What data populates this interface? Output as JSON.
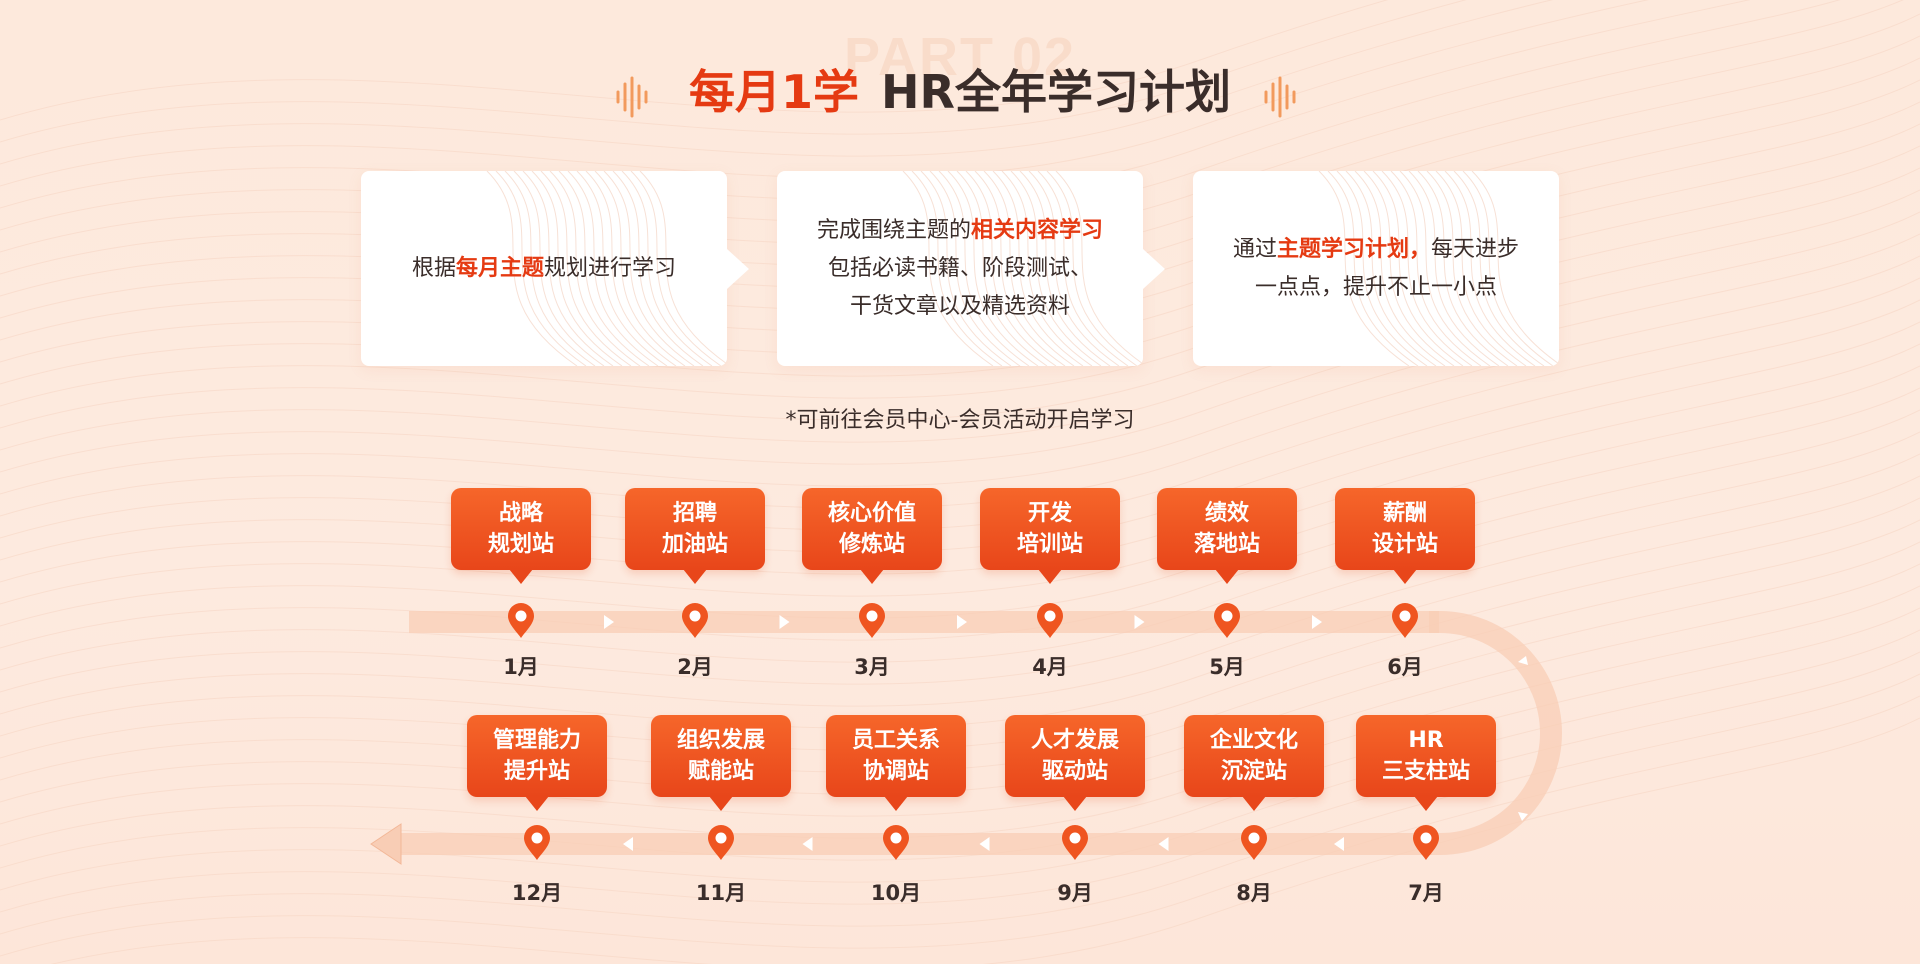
{
  "watermark": "PART 02",
  "title": {
    "highlight": "每月1学",
    "main": "HR全年学习计划"
  },
  "cards": [
    {
      "parts": [
        {
          "t": "根据"
        },
        {
          "t": "每月主题",
          "em": true
        },
        {
          "t": "规划进行学习"
        }
      ]
    },
    {
      "lines": [
        [
          {
            "t": "完成围绕主题的"
          },
          {
            "t": "相关内容学习",
            "em": true
          }
        ],
        [
          {
            "t": "包括必读书籍、阶段测试、"
          }
        ],
        [
          {
            "t": "干货文章以及精选资料"
          }
        ]
      ]
    },
    {
      "lines": [
        [
          {
            "t": "通过"
          },
          {
            "t": "主题学习计划，",
            "em": true
          },
          {
            "t": "每天进步"
          }
        ],
        [
          {
            "t": "一点点，提升不止一小点"
          }
        ]
      ]
    }
  ],
  "note": "*可前往会员中心-会员活动开启学习",
  "months_top": [
    {
      "month": "1月",
      "l1": "战略",
      "l2": "规划站"
    },
    {
      "month": "2月",
      "l1": "招聘",
      "l2": "加油站"
    },
    {
      "month": "3月",
      "l1": "核心价值",
      "l2": "修炼站"
    },
    {
      "month": "4月",
      "l1": "开发",
      "l2": "培训站"
    },
    {
      "month": "5月",
      "l1": "绩效",
      "l2": "落地站"
    },
    {
      "month": "6月",
      "l1": "薪酬",
      "l2": "设计站"
    }
  ],
  "months_bottom": [
    {
      "month": "12月",
      "l1": "管理能力",
      "l2": "提升站"
    },
    {
      "month": "11月",
      "l1": "组织发展",
      "l2": "赋能站"
    },
    {
      "month": "10月",
      "l1": "员工关系",
      "l2": "协调站"
    },
    {
      "month": "9月",
      "l1": "人才发展",
      "l2": "驱动站"
    },
    {
      "month": "8月",
      "l1": "企业文化",
      "l2": "沉淀站"
    },
    {
      "month": "7月",
      "l1": "HR",
      "l2": "三支柱站"
    }
  ],
  "colors": {
    "accent": "#e53a12",
    "tag": "#ef5520",
    "track": "#f8cdb5",
    "text": "#3a2d2a"
  }
}
